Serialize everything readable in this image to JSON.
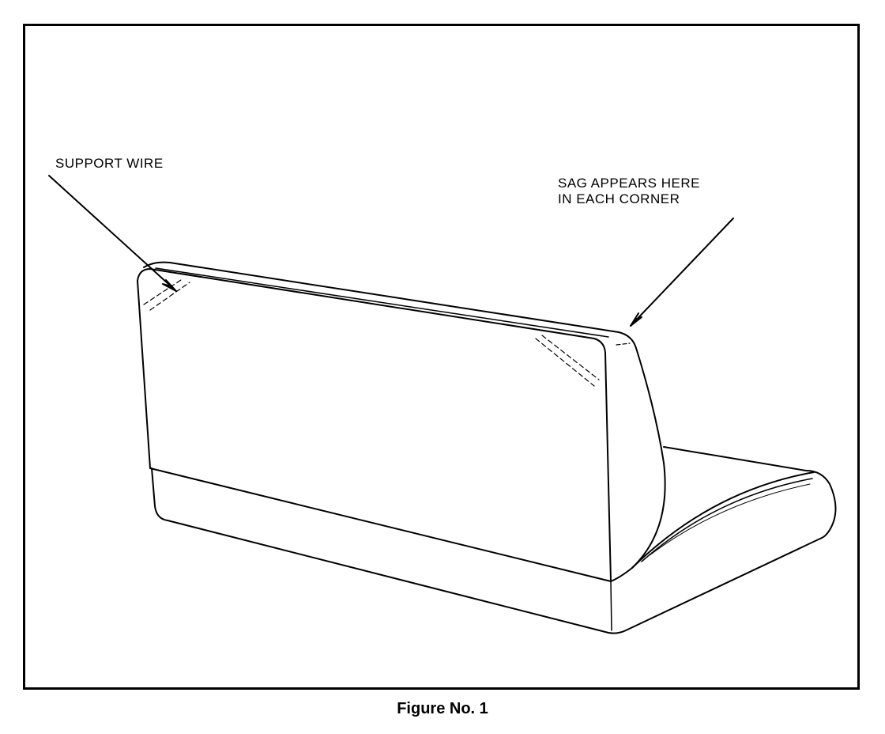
{
  "callouts": {
    "support_wire": "SUPPORT WIRE",
    "sag_line1": "SAG APPEARS HERE",
    "sag_line2": "IN EACH CORNER"
  },
  "caption": "Figure No. 1",
  "colors": {
    "ink": "#000000",
    "paper": "#ffffff"
  }
}
